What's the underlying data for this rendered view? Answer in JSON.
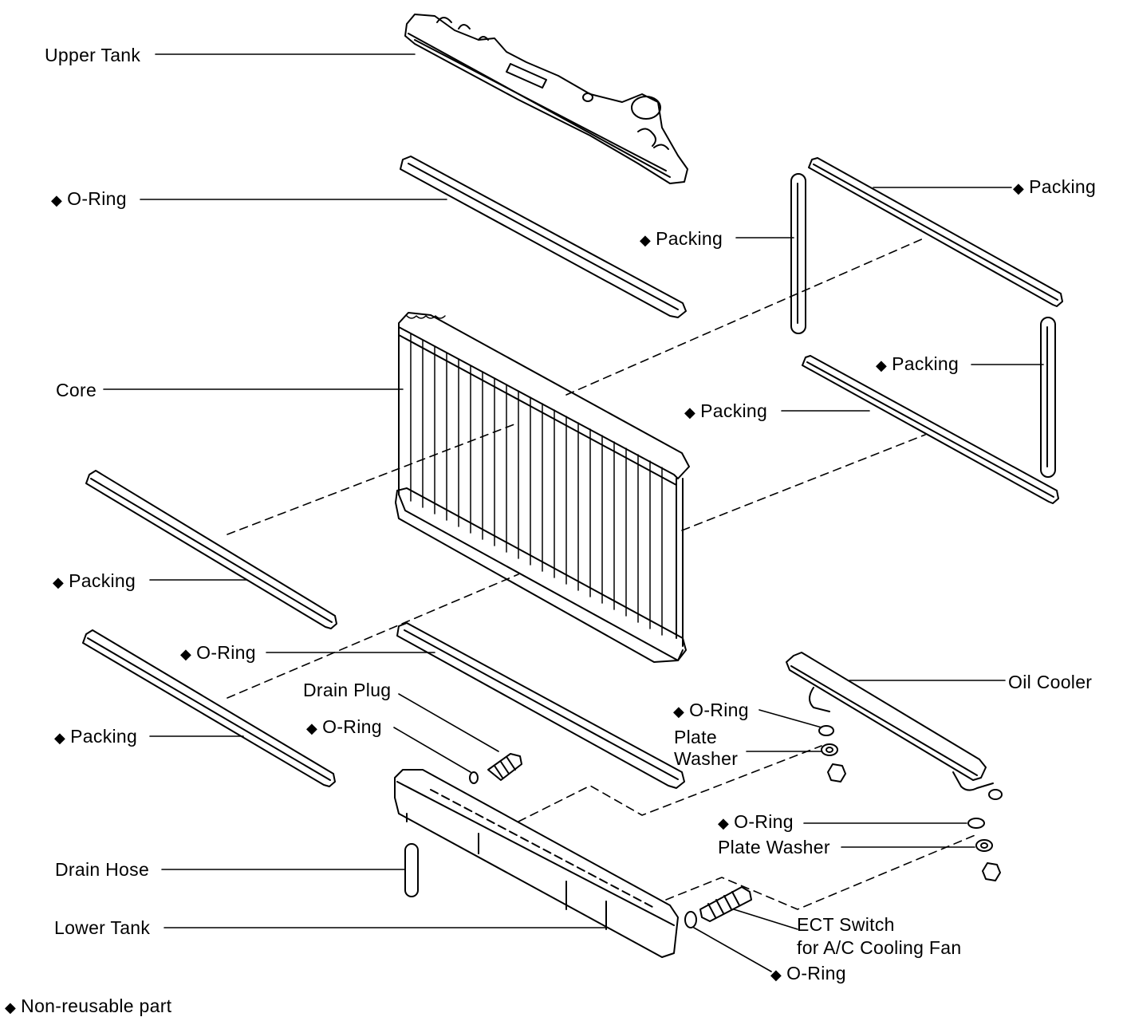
{
  "labels": {
    "upper_tank": "Upper Tank",
    "o_ring": "O-Ring",
    "packing": "Packing",
    "core": "Core",
    "oil_cooler": "Oil Cooler",
    "drain_plug": "Drain Plug",
    "plate": "Plate",
    "washer": "Washer",
    "plate_washer": "Plate Washer",
    "drain_hose": "Drain Hose",
    "lower_tank": "Lower Tank",
    "ect_switch_line1": "ECT Switch",
    "ect_switch_line2": "for A/C Cooling Fan",
    "legend": "Non-reusable part"
  },
  "symbols": {
    "non_reusable": "◆"
  },
  "colors": {
    "ink": "#000000",
    "paper": "#ffffff"
  }
}
